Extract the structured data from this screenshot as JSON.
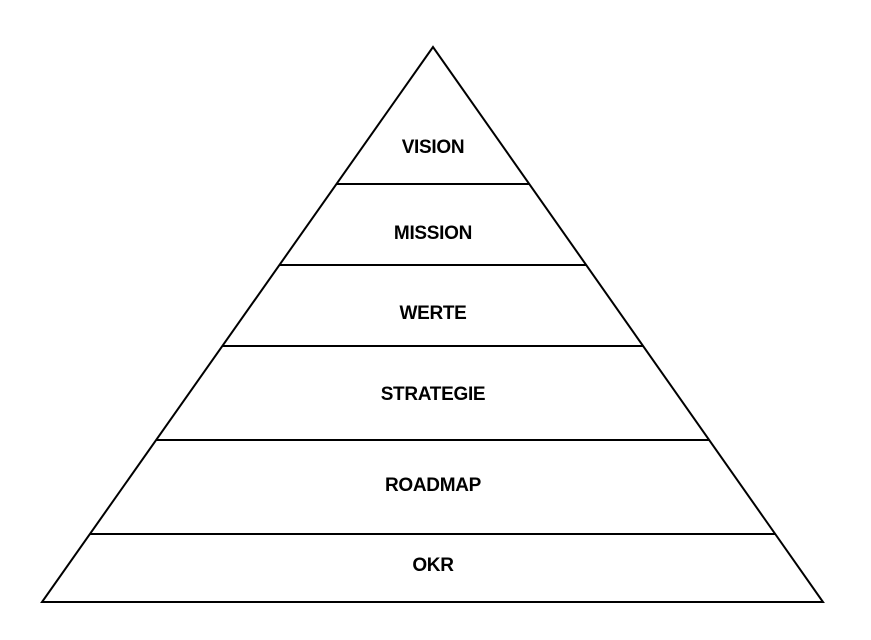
{
  "diagram": {
    "type": "pyramid",
    "stroke_color": "#000000",
    "background": "#ffffff",
    "levels": [
      {
        "label": "VISION"
      },
      {
        "label": "MISSION"
      },
      {
        "label": "WERTE"
      },
      {
        "label": "STRATEGIE"
      },
      {
        "label": "ROADMAP"
      },
      {
        "label": "OKR"
      }
    ]
  }
}
